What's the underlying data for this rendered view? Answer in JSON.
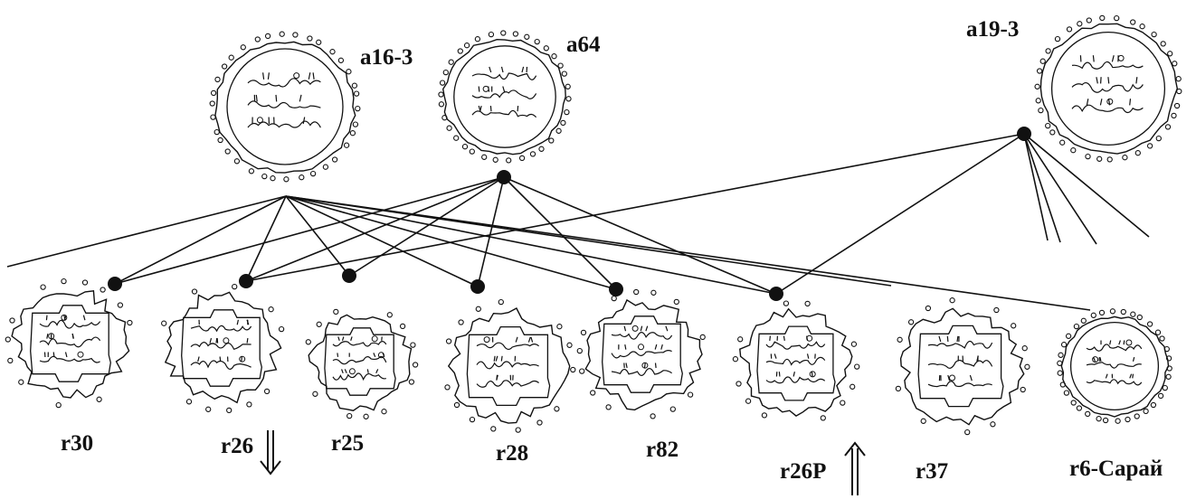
{
  "diagram": {
    "colors": {
      "ink": "#111111",
      "background": "#ffffff"
    },
    "top_coins": [
      {
        "id": "a16-3",
        "label": "a16-3"
      },
      {
        "id": "a64",
        "label": "a64"
      },
      {
        "id": "a19-3",
        "label": "a19-3"
      }
    ],
    "bottom_coins": [
      {
        "id": "r30",
        "label": "r30"
      },
      {
        "id": "r26",
        "label": "r26",
        "arrow": "down"
      },
      {
        "id": "r25",
        "label": "r25"
      },
      {
        "id": "r28",
        "label": "r28"
      },
      {
        "id": "r82",
        "label": "r82"
      },
      {
        "id": "r26P",
        "label": "r26P",
        "arrow": "up"
      },
      {
        "id": "r37",
        "label": "r37"
      },
      {
        "id": "r6",
        "label": "r6-Сарай"
      }
    ],
    "links": [
      {
        "from": "a16-3",
        "to": "r30"
      },
      {
        "from": "a16-3",
        "to": "r26"
      },
      {
        "from": "a16-3",
        "to": "r25"
      },
      {
        "from": "a16-3",
        "to": "r28"
      },
      {
        "from": "a16-3",
        "to": "r82"
      },
      {
        "from": "a16-3",
        "to": "r26P"
      },
      {
        "from": "a16-3",
        "to": "r37"
      },
      {
        "from": "a16-3",
        "to": "r6"
      },
      {
        "from": "a64",
        "to": "r30"
      },
      {
        "from": "a64",
        "to": "r26"
      },
      {
        "from": "a64",
        "to": "r25"
      },
      {
        "from": "a64",
        "to": "r28"
      },
      {
        "from": "a64",
        "to": "r82"
      },
      {
        "from": "a64",
        "to": "r26P"
      },
      {
        "from": "a19-3",
        "to": "r26"
      },
      {
        "from": "a19-3",
        "to": "r26P"
      }
    ]
  }
}
